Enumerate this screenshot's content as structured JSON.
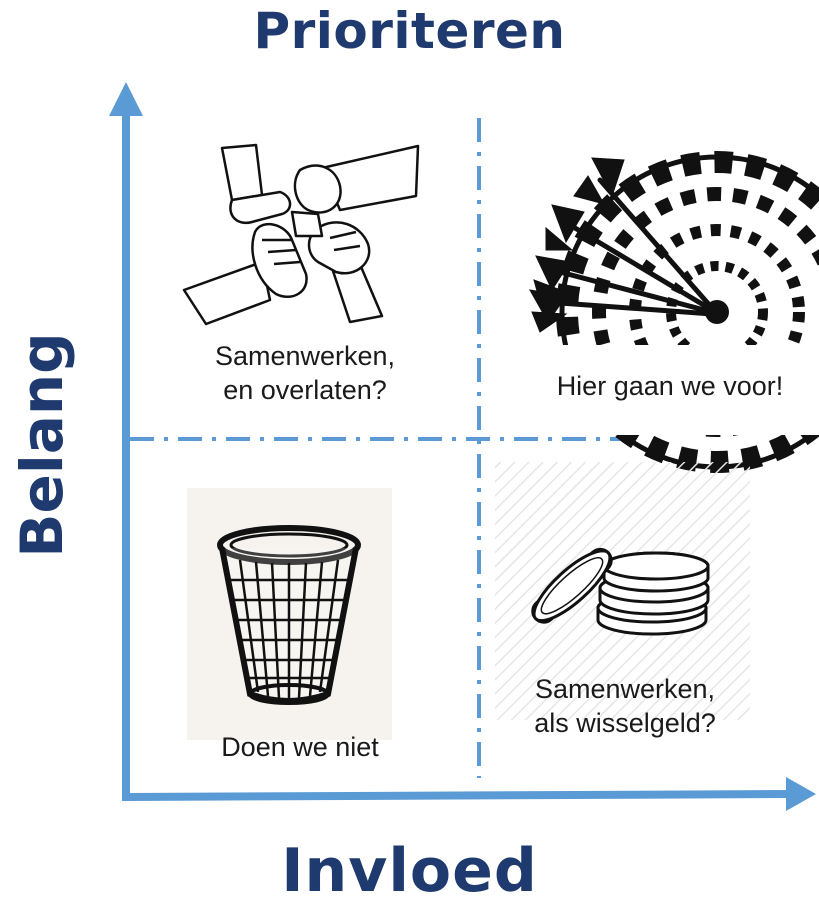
{
  "titles": {
    "top": "Prioriteren",
    "left": "Belang",
    "bottom": "Invloed"
  },
  "quadrants": {
    "top_left": {
      "line1": "Samenwerken,",
      "line2": "en overlaten?",
      "icon": "joined-hands-icon"
    },
    "top_right": {
      "line1": "Hier gaan we voor!",
      "icon": "darts-dartboard-icon"
    },
    "bottom_left": {
      "line1": "Doen we niet",
      "icon": "waste-basket-icon"
    },
    "bottom_right": {
      "line1": "Samenwerken,",
      "line2": "als wisselgeld?",
      "icon": "coin-stack-icon"
    }
  },
  "colors": {
    "axis": "#5b9bd5",
    "title": "#1f3a6e"
  }
}
